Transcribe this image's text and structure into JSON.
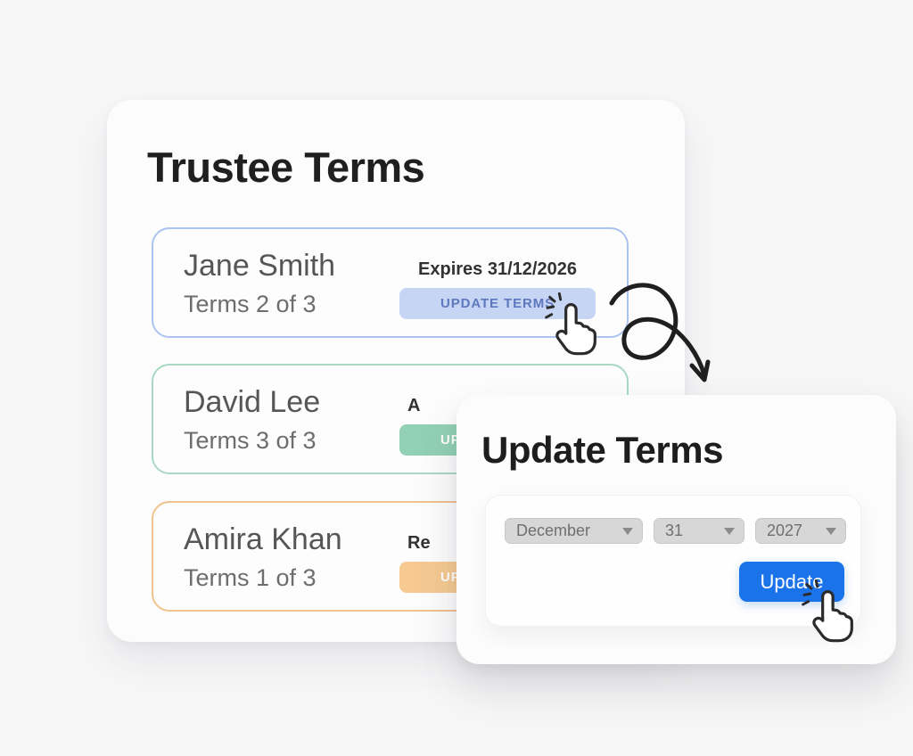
{
  "page": {
    "background": "#f7f7f8"
  },
  "main_card": {
    "title": "Trustee Terms",
    "trustees": [
      {
        "name": "Jane Smith",
        "term": "Terms 2 of 3",
        "status": "Expires 31/12/2026",
        "button_label": "UPDATE TERMS",
        "accent_color": "#abc4ef",
        "button_bg": "#c7d5f5",
        "button_text_color": "#5d78be"
      },
      {
        "name": "David Lee",
        "term": "Terms 3 of 3",
        "status": "A",
        "button_label": "UPDATE TERMS",
        "accent_color": "#a9d9c3",
        "button_bg": "#92d1b5",
        "button_text_color": "#ffffff"
      },
      {
        "name": "Amira Khan",
        "term": "Terms 1 of 3",
        "status": "Re",
        "button_label": "UPDATE TERMS",
        "accent_color": "#f1c28d",
        "button_bg": "#f6ca92",
        "button_text_color": "#ffffff"
      }
    ]
  },
  "modal": {
    "title": "Update Terms",
    "dropdowns": [
      {
        "value": "December"
      },
      {
        "value": "31"
      },
      {
        "value": "2027"
      }
    ],
    "update_label": "Update",
    "update_button_color": "#1a73e8"
  },
  "icons": {
    "dropdown_arrow": "▼",
    "hand_cursor": "hand-pointer-with-click-burst",
    "flow_arrow": "hand-drawn-looping-arrow"
  }
}
